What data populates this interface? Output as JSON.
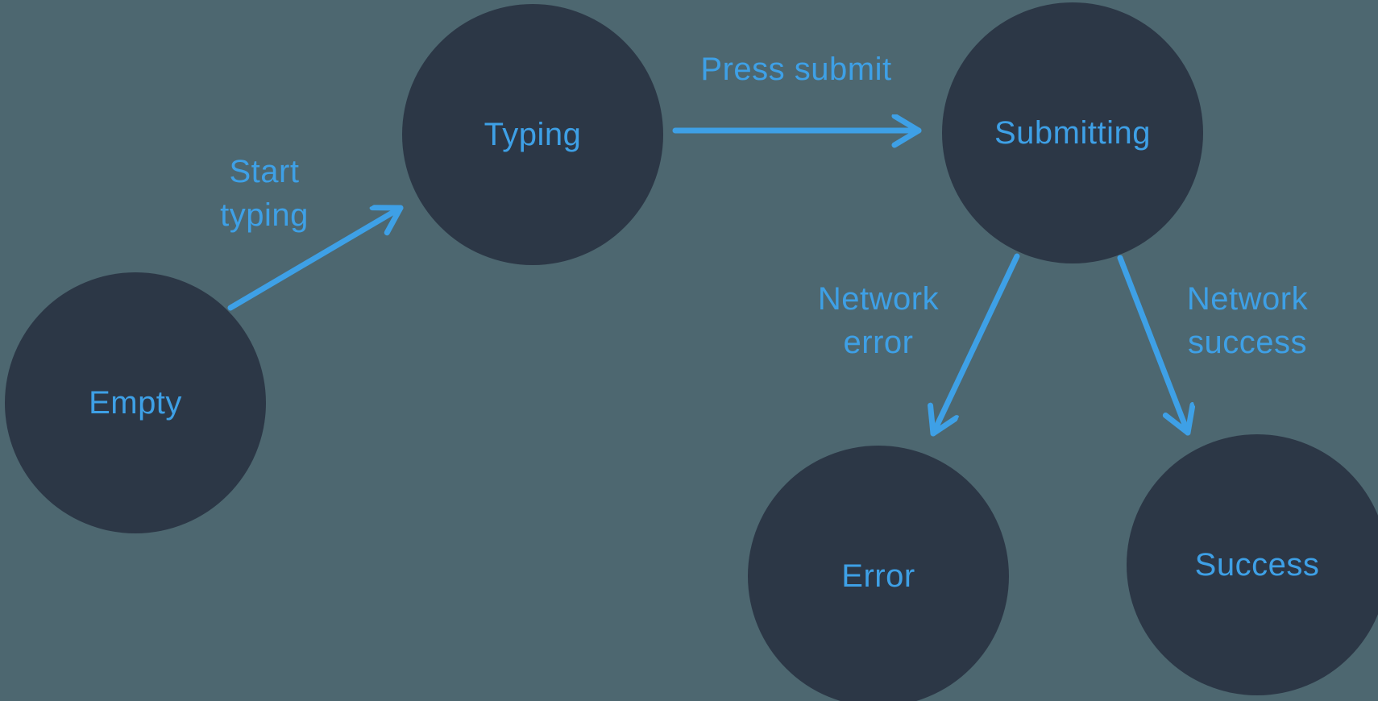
{
  "diagram": {
    "type": "state-machine",
    "colors": {
      "background": "#4D6770",
      "node_fill": "#2C3746",
      "accent_blue": "#3EA0E6"
    },
    "nodes": [
      {
        "id": "empty",
        "label": "Empty"
      },
      {
        "id": "typing",
        "label": "Typing"
      },
      {
        "id": "submitting",
        "label": "Submitting"
      },
      {
        "id": "error",
        "label": "Error"
      },
      {
        "id": "success",
        "label": "Success"
      }
    ],
    "transitions": [
      {
        "from": "empty",
        "to": "typing",
        "label": "Start\ntyping"
      },
      {
        "from": "typing",
        "to": "submitting",
        "label": "Press submit"
      },
      {
        "from": "submitting",
        "to": "error",
        "label": "Network\nerror"
      },
      {
        "from": "submitting",
        "to": "success",
        "label": "Network\nsuccess"
      }
    ]
  }
}
